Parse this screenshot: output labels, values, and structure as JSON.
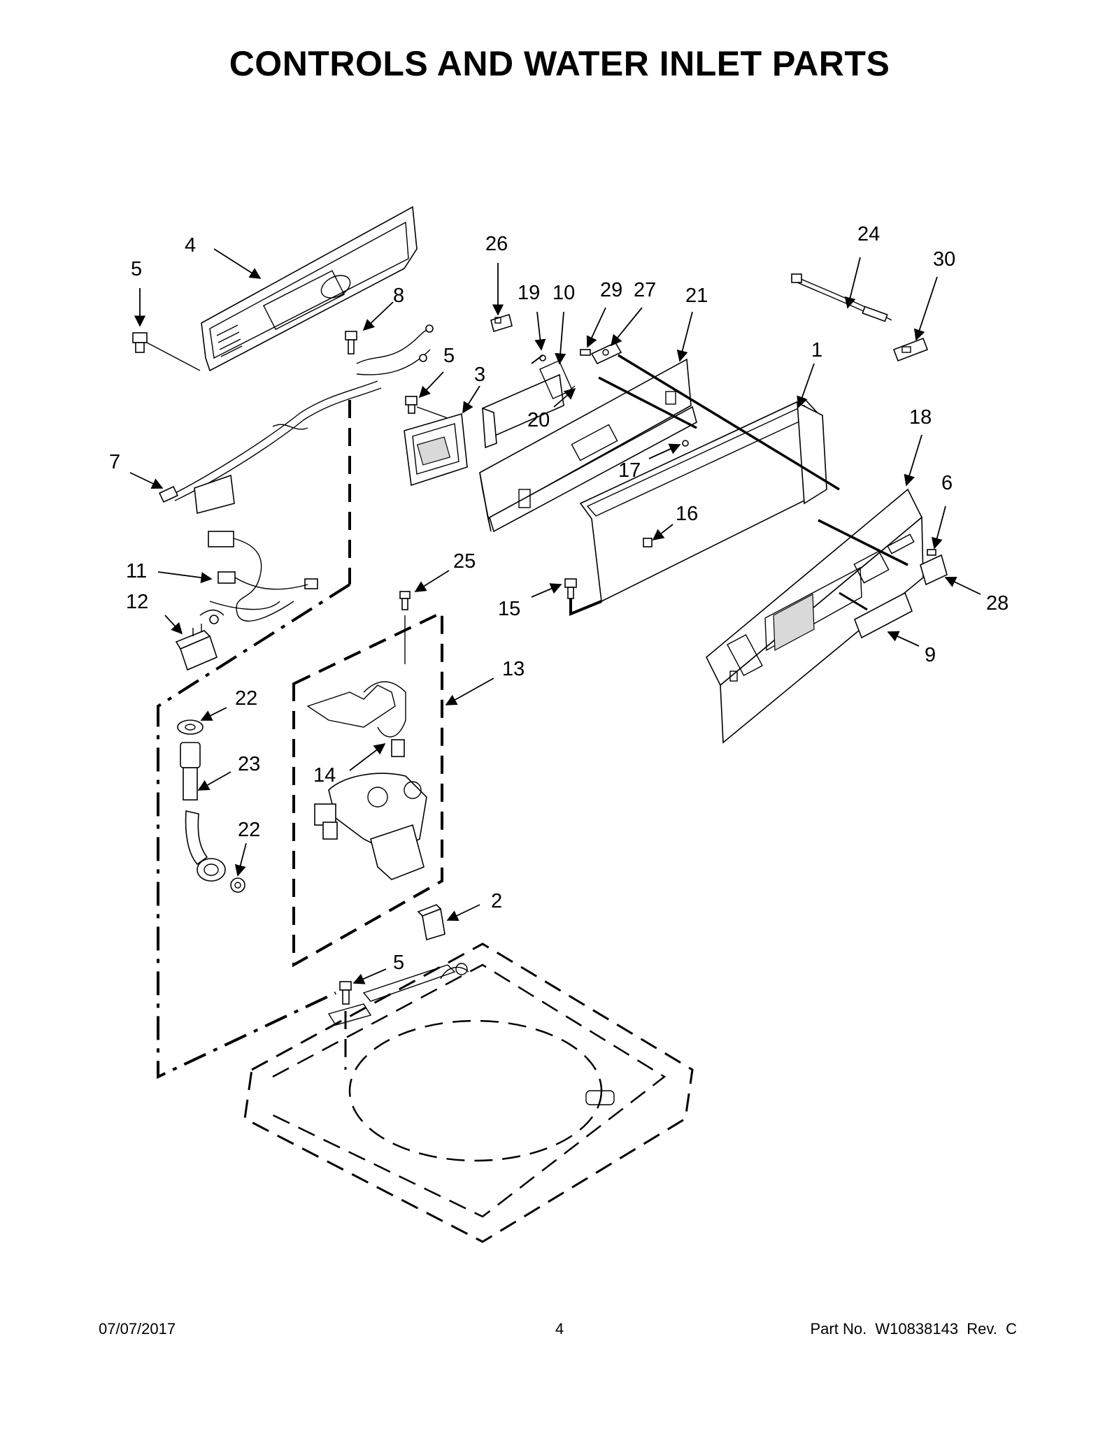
{
  "page": {
    "title": "CONTROLS AND WATER INLET PARTS"
  },
  "callouts": [
    {
      "id": "c4",
      "label": "4"
    },
    {
      "id": "c5a",
      "label": "5"
    },
    {
      "id": "c8",
      "label": "8"
    },
    {
      "id": "c5b",
      "label": "5"
    },
    {
      "id": "c3",
      "label": "3"
    },
    {
      "id": "c7",
      "label": "7"
    },
    {
      "id": "c11",
      "label": "11"
    },
    {
      "id": "c12",
      "label": "12"
    },
    {
      "id": "c26",
      "label": "26"
    },
    {
      "id": "c19",
      "label": "19"
    },
    {
      "id": "c10",
      "label": "10"
    },
    {
      "id": "c29",
      "label": "29"
    },
    {
      "id": "c27",
      "label": "27"
    },
    {
      "id": "c21",
      "label": "21"
    },
    {
      "id": "c20",
      "label": "20"
    },
    {
      "id": "c17",
      "label": "17"
    },
    {
      "id": "c24",
      "label": "24"
    },
    {
      "id": "c30",
      "label": "30"
    },
    {
      "id": "c1",
      "label": "1"
    },
    {
      "id": "c18",
      "label": "18"
    },
    {
      "id": "c6",
      "label": "6"
    },
    {
      "id": "c16",
      "label": "16"
    },
    {
      "id": "c15",
      "label": "15"
    },
    {
      "id": "c28",
      "label": "28"
    },
    {
      "id": "c9",
      "label": "9"
    },
    {
      "id": "c25",
      "label": "25"
    },
    {
      "id": "c13",
      "label": "13"
    },
    {
      "id": "c22a",
      "label": "22"
    },
    {
      "id": "c23",
      "label": "23"
    },
    {
      "id": "c22b",
      "label": "22"
    },
    {
      "id": "c14",
      "label": "14"
    },
    {
      "id": "c2",
      "label": "2"
    },
    {
      "id": "c5c",
      "label": "5"
    }
  ],
  "footer": {
    "date": "07/07/2017",
    "page_number": "4",
    "part_number": "Part No.  W10838143  Rev.  C"
  }
}
